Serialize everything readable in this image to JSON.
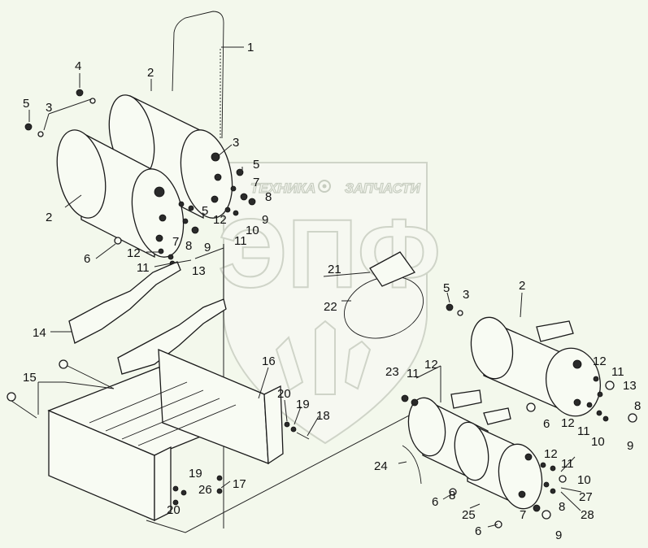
{
  "watermark": {
    "brand_text_left": "ТЕХНИКА",
    "brand_text_right": "ЗАПЧАСТИ",
    "logo_letters": "ЭПФ"
  },
  "callouts": [
    {
      "id": "c1",
      "text": "1"
    },
    {
      "id": "c2a",
      "text": "2"
    },
    {
      "id": "c2b",
      "text": "2"
    },
    {
      "id": "c2c",
      "text": "2"
    },
    {
      "id": "c3a",
      "text": "3"
    },
    {
      "id": "c3b",
      "text": "3"
    },
    {
      "id": "c3c",
      "text": "3"
    },
    {
      "id": "c4",
      "text": "4"
    },
    {
      "id": "c5a",
      "text": "5"
    },
    {
      "id": "c5b",
      "text": "5"
    },
    {
      "id": "c5c",
      "text": "5"
    },
    {
      "id": "c5d",
      "text": "5"
    },
    {
      "id": "c6a",
      "text": "6"
    },
    {
      "id": "c6b",
      "text": "6"
    },
    {
      "id": "c6c",
      "text": "6"
    },
    {
      "id": "c6d",
      "text": "6"
    },
    {
      "id": "c7a",
      "text": "7"
    },
    {
      "id": "c7b",
      "text": "7"
    },
    {
      "id": "c7c",
      "text": "7"
    },
    {
      "id": "c8a",
      "text": "8"
    },
    {
      "id": "c8b",
      "text": "8"
    },
    {
      "id": "c8c",
      "text": "8"
    },
    {
      "id": "c8d",
      "text": "8"
    },
    {
      "id": "c8e",
      "text": "8"
    },
    {
      "id": "c9a",
      "text": "9"
    },
    {
      "id": "c9b",
      "text": "9"
    },
    {
      "id": "c9c",
      "text": "9"
    },
    {
      "id": "c9d",
      "text": "9"
    },
    {
      "id": "c10a",
      "text": "10"
    },
    {
      "id": "c10b",
      "text": "10"
    },
    {
      "id": "c10c",
      "text": "10"
    },
    {
      "id": "c11a",
      "text": "11"
    },
    {
      "id": "c11b",
      "text": "11"
    },
    {
      "id": "c11c",
      "text": "11"
    },
    {
      "id": "c11d",
      "text": "11"
    },
    {
      "id": "c11e",
      "text": "11"
    },
    {
      "id": "c11f",
      "text": "11"
    },
    {
      "id": "c12a",
      "text": "12"
    },
    {
      "id": "c12b",
      "text": "12"
    },
    {
      "id": "c12c",
      "text": "12"
    },
    {
      "id": "c12d",
      "text": "12"
    },
    {
      "id": "c12e",
      "text": "12"
    },
    {
      "id": "c12f",
      "text": "12"
    },
    {
      "id": "c13a",
      "text": "13"
    },
    {
      "id": "c13b",
      "text": "13"
    },
    {
      "id": "c14",
      "text": "14"
    },
    {
      "id": "c15",
      "text": "15"
    },
    {
      "id": "c16",
      "text": "16"
    },
    {
      "id": "c17",
      "text": "17"
    },
    {
      "id": "c18",
      "text": "18"
    },
    {
      "id": "c19a",
      "text": "19"
    },
    {
      "id": "c19b",
      "text": "19"
    },
    {
      "id": "c20a",
      "text": "20"
    },
    {
      "id": "c20b",
      "text": "20"
    },
    {
      "id": "c21",
      "text": "21"
    },
    {
      "id": "c22",
      "text": "22"
    },
    {
      "id": "c23",
      "text": "23"
    },
    {
      "id": "c24",
      "text": "24"
    },
    {
      "id": "c25",
      "text": "25"
    },
    {
      "id": "c26",
      "text": "26"
    },
    {
      "id": "c27",
      "text": "27"
    },
    {
      "id": "c28",
      "text": "28"
    }
  ]
}
